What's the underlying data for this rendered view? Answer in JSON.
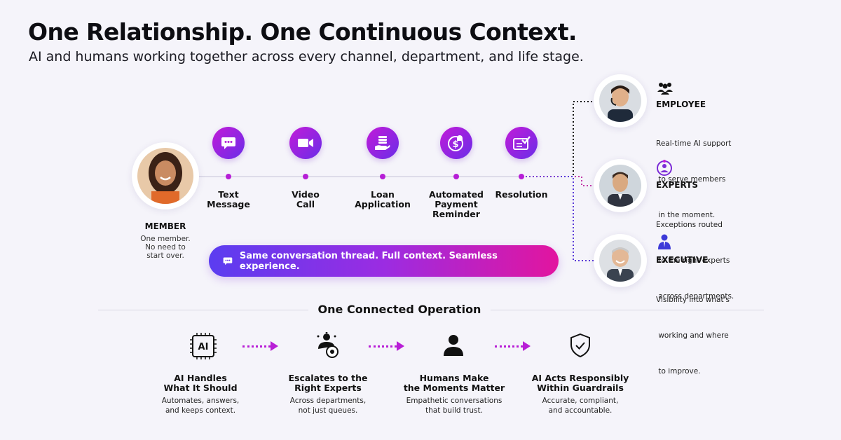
{
  "header": {
    "title": "One Relationship. One Continuous Context.",
    "subtitle": "AI and humans working together across every channel, department, and life stage."
  },
  "member": {
    "title": "MEMBER",
    "desc_lines": [
      "One member.",
      "No need to",
      "start over."
    ]
  },
  "channels": [
    {
      "icon": "chat-bubble-icon",
      "lines": [
        "Text",
        "Message"
      ]
    },
    {
      "icon": "video-camera-icon",
      "lines": [
        "Video",
        "Call"
      ]
    },
    {
      "icon": "money-hand-icon",
      "lines": [
        "Loan",
        "Application"
      ]
    },
    {
      "icon": "dollar-bell-icon",
      "lines": [
        "Automated",
        "Payment",
        "Reminder"
      ]
    },
    {
      "icon": "check-document-icon",
      "lines": [
        "Resolution"
      ]
    }
  ],
  "banner": {
    "icon": "chat-bubble-icon",
    "text": "Same conversation thread. Full context. Seamless experience."
  },
  "roles": [
    {
      "title": "EMPLOYEE",
      "icon": "team-icon",
      "desc_lines": [
        "Real-time AI support",
        " to serve members",
        " in the moment."
      ]
    },
    {
      "title": "EXPERTS",
      "icon": "expert-icon",
      "desc_lines": [
        "Exceptions routed",
        " to the right experts",
        " across departments."
      ]
    },
    {
      "title": "EXECUTIVE",
      "icon": "executive-icon",
      "desc_lines": [
        "Visibility into what's",
        " working and where",
        " to improve."
      ]
    }
  ],
  "operation": {
    "title": "One Connected Operation",
    "features": [
      {
        "icon": "ai-chip-icon",
        "icon_text": "AI",
        "title_lines": [
          "AI Handles",
          "What It Should"
        ],
        "desc_lines": [
          "Automates, answers,",
          "and keeps context."
        ]
      },
      {
        "icon": "escalate-badge-icon",
        "title_lines": [
          "Escalates to the",
          "Right Experts"
        ],
        "desc_lines": [
          "Across departments,",
          "not just queues."
        ]
      },
      {
        "icon": "person-icon",
        "title_lines": [
          "Humans Make",
          "the Moments Matter"
        ],
        "desc_lines": [
          "Empathetic conversations",
          "that build trust."
        ]
      },
      {
        "icon": "shield-check-icon",
        "title_lines": [
          "AI Acts Responsibly",
          "Within Guardrails"
        ],
        "desc_lines": [
          "Accurate, compliant,",
          "and accountable."
        ]
      }
    ]
  },
  "colors": {
    "accent_magenta": "#b61ed6",
    "accent_purple": "#5b3df0",
    "accent_pink": "#e2159f",
    "background": "#f5f4fa"
  }
}
